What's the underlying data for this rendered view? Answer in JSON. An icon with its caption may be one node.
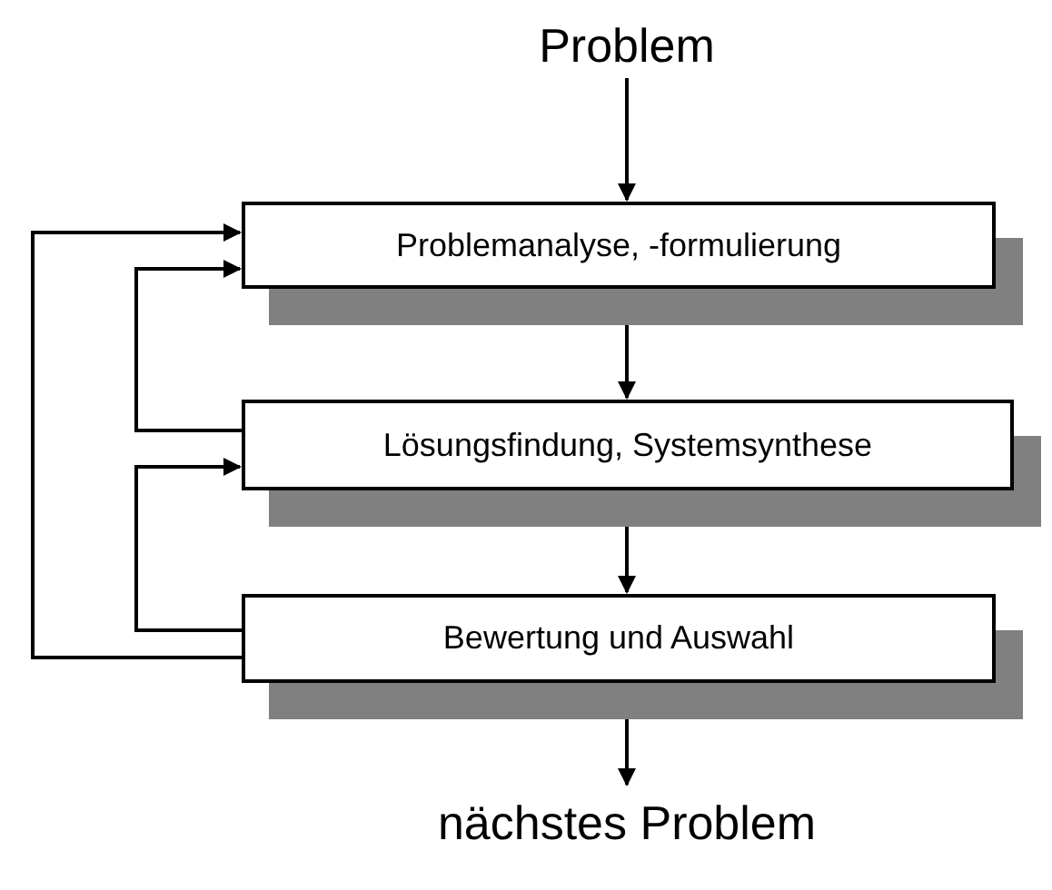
{
  "diagram": {
    "nodes": [
      {
        "text": [
          "Problem"
        ]
      },
      {
        "text": [
          "Problemanalyse, -formulierung"
        ]
      },
      {
        "text": [
          "Lösungsfindung, Systemsynthese"
        ]
      },
      {
        "text": [
          "Bewertung und Auswahl"
        ]
      },
      {
        "text": [
          "nächstes Problem"
        ]
      }
    ],
    "edges": [
      {
        "from": 0,
        "to": 1,
        "arrow": "to"
      },
      {
        "from": 1,
        "to": 2,
        "arrow": "to"
      },
      {
        "from": 2,
        "to": 3,
        "arrow": "to"
      },
      {
        "from": 3,
        "to": 4,
        "arrow": "to"
      },
      {
        "from": 2,
        "to": 1,
        "arrow": "to"
      },
      {
        "from": 3,
        "to": 2,
        "arrow": "to"
      },
      {
        "from": 3,
        "to": 1,
        "arrow": "to"
      }
    ]
  }
}
